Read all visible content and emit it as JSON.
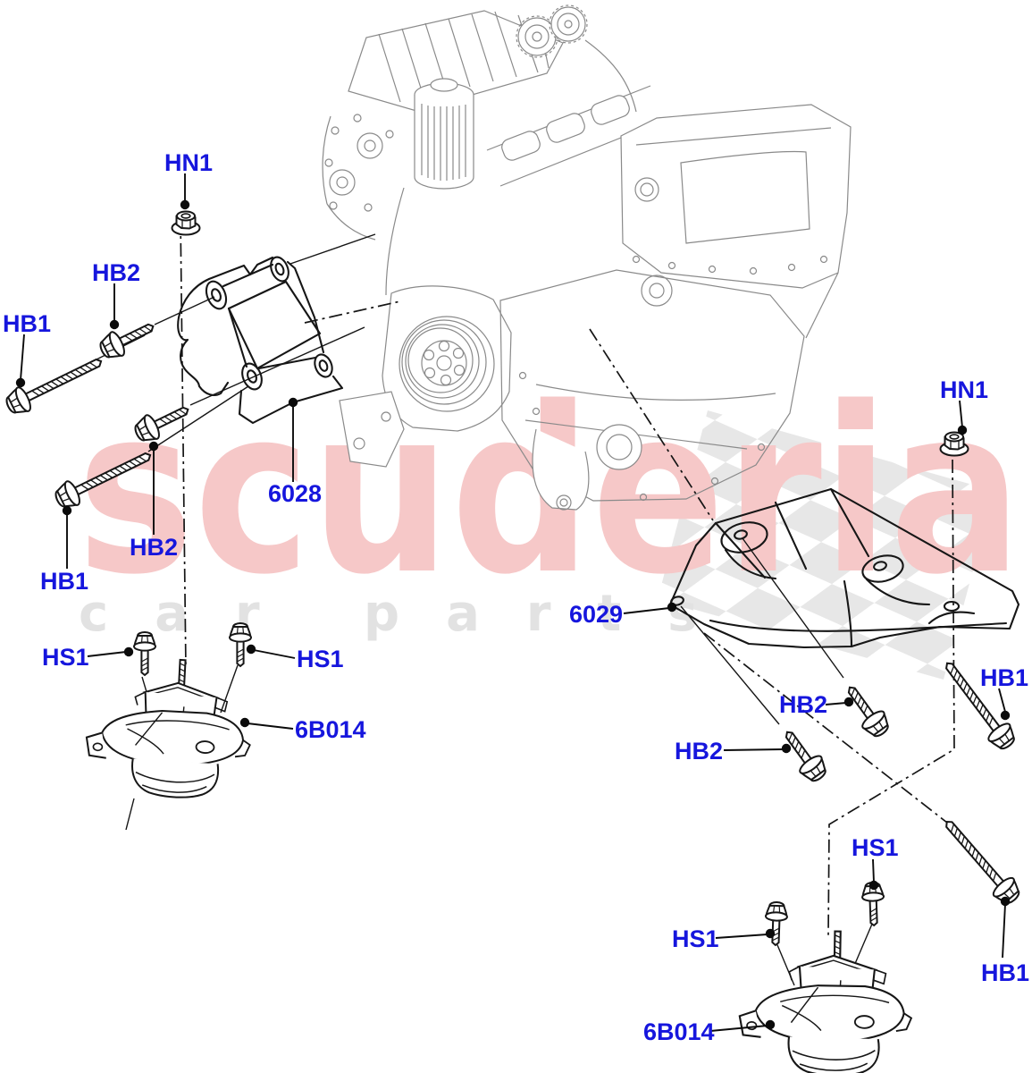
{
  "diagram": {
    "kind": "exploded-parts-diagram",
    "labels": {
      "hn1": "HN1",
      "hb1": "HB1",
      "hb2": "HB2",
      "hs1": "HS1",
      "bracket_left": "6028",
      "bracket_right": "6029",
      "mount": "6B014"
    }
  },
  "watermark": {
    "brand": "scuderia",
    "word_car": "car",
    "word_parts": "parts"
  },
  "colors": {
    "label_blue": "#1616dd",
    "watermark_pink": "#f6c8c8",
    "watermark_gray": "#e2e2e2",
    "flag_gray": "#e7e7e7",
    "part_line": "#161616",
    "engine_line": "#8a8a8a"
  }
}
